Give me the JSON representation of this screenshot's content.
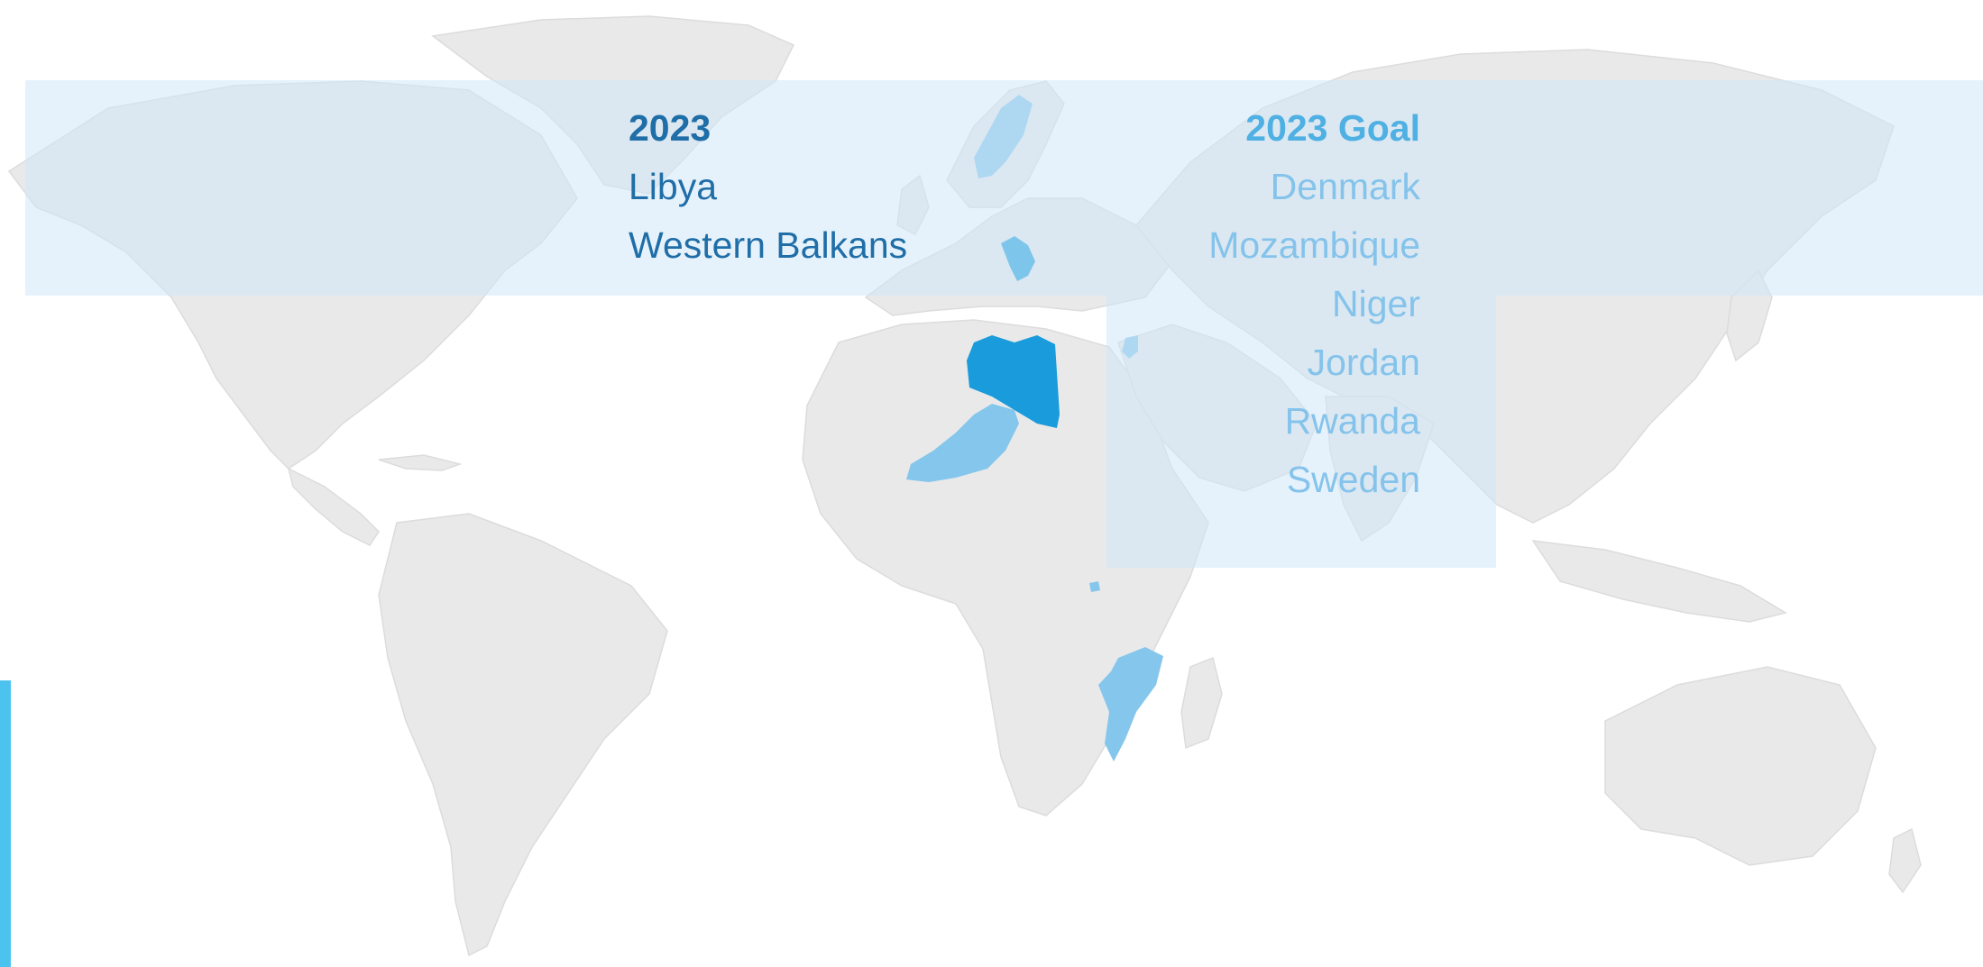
{
  "current": {
    "title": "2023",
    "items": [
      "Libya",
      "Western Balkans"
    ]
  },
  "goal": {
    "title": "2023 Goal",
    "items": [
      "Denmark",
      "Mozambique",
      "Niger",
      "Jordan",
      "Rwanda",
      "Sweden"
    ]
  },
  "colors": {
    "land": "#e9e9e9",
    "current_highlight": "#1a9bdb",
    "goal_highlight": "#84c6ec",
    "side_accent": "#4cc3ee"
  }
}
